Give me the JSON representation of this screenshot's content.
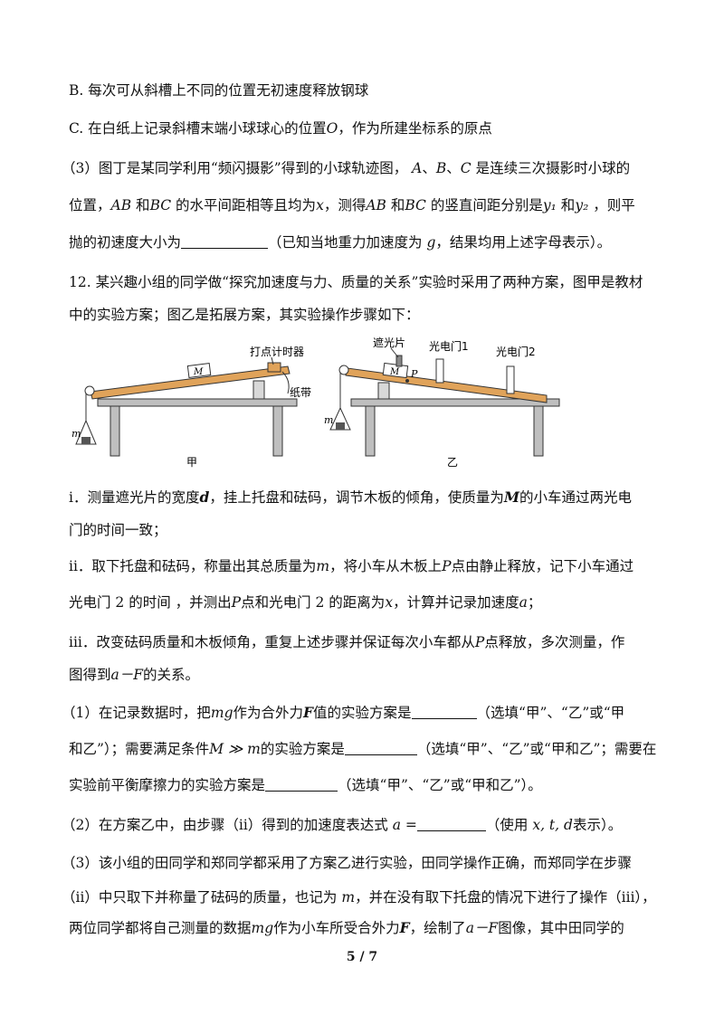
{
  "optionB": "B. 每次可从斜槽上不同的位置无初速度释放钢球",
  "optionC": {
    "prefix": "C. 在白纸上记录斜槽末端小球球心的位置",
    "var": "O",
    "suffix": "，作为所建坐标系的原点"
  },
  "q3": {
    "l1a": "（3）图丁是某同学利用“频闪摄影”得到的小球轨迹图，",
    "A": "A",
    "B": "B",
    "C": "C",
    "l1b": "是连续三次摄影时小球的",
    "l2a": "位置，",
    "AB": "AB",
    "and": "和",
    "BC": "BC",
    "l2b": "的水平间距相等且均为",
    "x": "x",
    "l2c": "，测得",
    "l2d": "的竖直间距分别是",
    "y1": "y₁",
    "y2": "y₂",
    "l2e": "，则平",
    "l3a": "抛的初速度大小为",
    "l3b": "（已知当地重力加速度为",
    "g": "g",
    "l3c": "，结果均用上述字母表示）。"
  },
  "q12": {
    "l1": "12. 某兴趣小组的同学做“探究加速度与力、质量的关系”实验时采用了两种方案，图甲是教材",
    "l2": "中的实验方案；图乙是拓展方案，其实验操作步骤如下："
  },
  "figure": {
    "left_labels": {
      "timer": "打点计时器",
      "tape": "纸带",
      "cart": "M",
      "mass": "m",
      "caption": "甲"
    },
    "right_labels": {
      "shade": "遮光片",
      "gate1": "光电门1",
      "gate2": "光电门2",
      "cart": "M",
      "point": "P",
      "mass": "m",
      "caption": "乙"
    }
  },
  "step1": {
    "a": "i．测量遮光片的宽度",
    "d": "d",
    "b": "，挂上托盘和砝码，调节木板的倾角，使质量为",
    "M": "M",
    "c": "的小车通过两光电",
    "l2": "门的时间一致；"
  },
  "step2": {
    "a": "ii．取下托盘和砝码，称量出其总质量为",
    "m": "m",
    "b": "，将小车从木板上",
    "P": "P",
    "c": "点由静止释放，记下小车通过",
    "l2a": "光电门 2 的时间 ，并测出",
    "P2": "P",
    "l2b": "点和光电门 2 的距离为",
    "x": "x",
    "l2c": "，计算并记录加速度",
    "a2": "a",
    "l2d": "；"
  },
  "step3": {
    "a": "iii．改变砝码质量和木板倾角，重复上述步骤并保证每次小车都从",
    "P": "P",
    "b": "点释放，多次测量，作",
    "l2a": "图得到",
    "aF": "a－F",
    "l2b": "的关系。"
  },
  "p1": {
    "a": "（1）在记录数据时，把",
    "mg": "mg",
    "b": "作为合外力",
    "F": "F",
    "c": "值的实验方案是",
    "d": "（选填“甲”、“乙”或“甲",
    "l2a": "和乙”）；需要满足条件",
    "cond": "M ≫ m",
    "l2b": "的实验方案是",
    "l2c": "（选填“甲”、“乙”或“甲和乙”；需要在",
    "l3a": "实验前平衡摩擦力的实验方案是",
    "l3b": "（选填“甲”、“乙”或“甲和乙”）。"
  },
  "p2": {
    "a": "（2）在方案乙中，由步骤（ⅱ）得到的加速度表达式",
    "expr": "a =",
    "b": "（使用",
    "vars": "x, t, d",
    "c": "表示）。"
  },
  "p3": {
    "l1": "（3）该小组的田同学和郑同学都采用了方案乙进行实验，田同学操作正确，而郑同学在步骤",
    "l2a": "（ⅱ）中只取下并称量了砝码的质量，也记为",
    "m": "m",
    "l2b": "，并在没有取下托盘的情况下进行了操作（ⅲ），",
    "l3a": "两位同学都将自己测量的数据",
    "mg": "mg",
    "l3b": "作为小车所受合外力",
    "F": "F",
    "l3c": "，绘制了",
    "aF": "a－F",
    "l3d": "图像，其中田同学的"
  },
  "page": "5 / 7"
}
